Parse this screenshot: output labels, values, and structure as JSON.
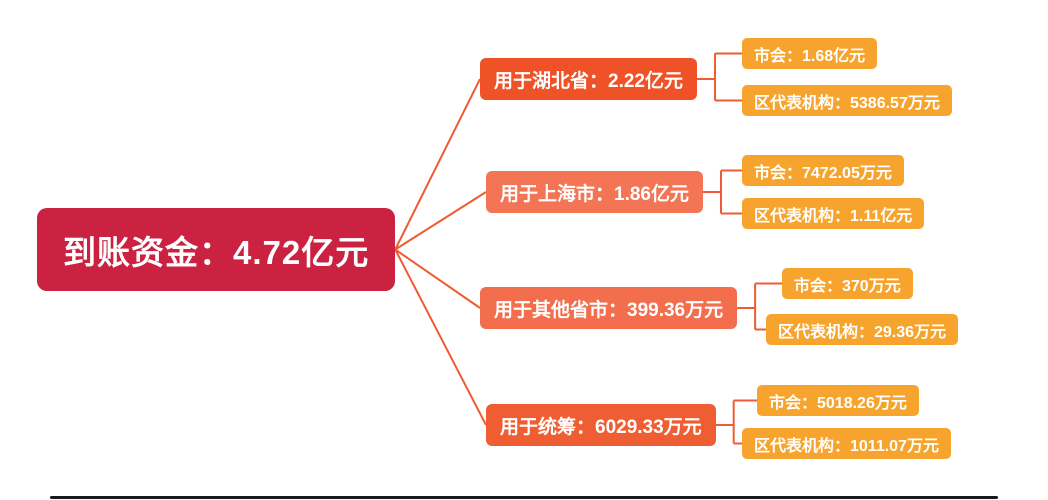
{
  "colors": {
    "root": "#ca2240",
    "leaf": "#f6a42d",
    "connector": "#ed5c33",
    "bottom_line": "#1a1a1a"
  },
  "diagram": {
    "root": {
      "label": "到账资金：4.72亿元"
    },
    "branches": [
      {
        "label": "用于湖北省：2.22亿元",
        "color": "#ef5227",
        "children": [
          {
            "label": "市会：1.68亿元"
          },
          {
            "label": "区代表机构：5386.57万元"
          }
        ]
      },
      {
        "label": "用于上海市：1.86亿元",
        "color": "#f37556",
        "children": [
          {
            "label": "市会：7472.05万元"
          },
          {
            "label": "区代表机构：1.11亿元"
          }
        ]
      },
      {
        "label": "用于其他省市：399.36万元",
        "color": "#f26e4d",
        "children": [
          {
            "label": "市会：370万元"
          },
          {
            "label": "区代表机构：29.36万元"
          }
        ]
      },
      {
        "label": "用于统筹：6029.33万元",
        "color": "#ef5e33",
        "children": [
          {
            "label": "市会：5018.26万元"
          },
          {
            "label": "区代表机构：1011.07万元"
          }
        ]
      }
    ]
  }
}
